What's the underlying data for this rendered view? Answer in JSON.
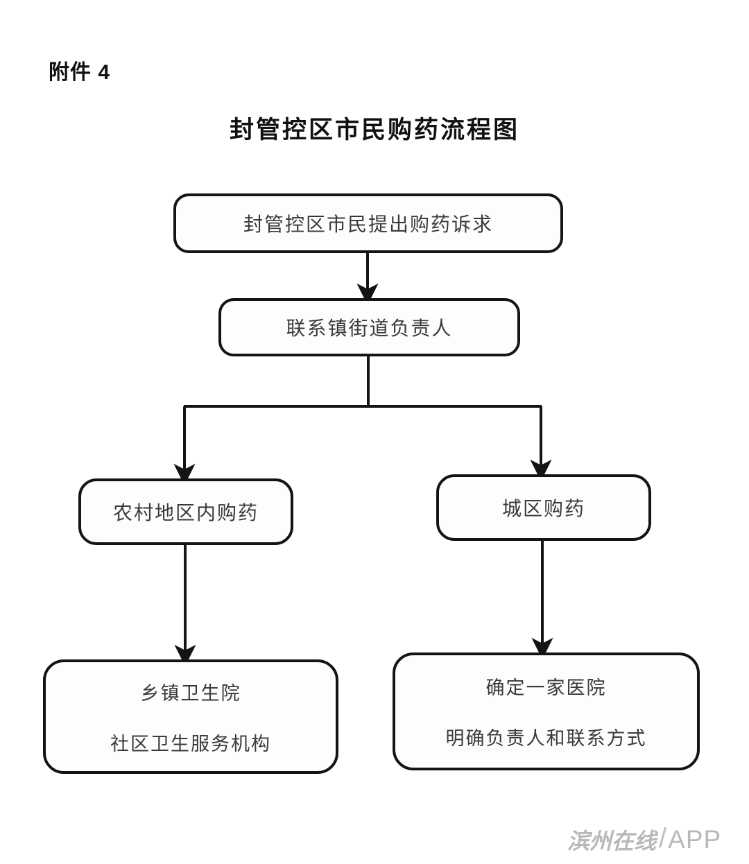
{
  "document": {
    "attachment_label": "附件 4",
    "title": "封管控区市民购药流程图"
  },
  "flowchart": {
    "type": "flowchart",
    "orientation": "top-down",
    "nodes": [
      {
        "id": "request",
        "label": "封管控区市民提出购药诉求"
      },
      {
        "id": "contact",
        "label": "联系镇街道负责人"
      },
      {
        "id": "rural_buy",
        "label": "农村地区内购药"
      },
      {
        "id": "urban_buy",
        "label": "城区购药"
      },
      {
        "id": "rural_clinic",
        "line1": "乡镇卫生院",
        "line2": "社区卫生服务机构"
      },
      {
        "id": "urban_clinic",
        "line1": "确定一家医院",
        "line2": "明确负责人和联系方式"
      }
    ],
    "edges": [
      {
        "from": "request",
        "to": "contact",
        "style": "arrow"
      },
      {
        "from": "contact",
        "to": "rural_buy",
        "style": "elbow-arrow"
      },
      {
        "from": "contact",
        "to": "urban_buy",
        "style": "elbow-arrow"
      },
      {
        "from": "rural_buy",
        "to": "rural_clinic",
        "style": "arrow"
      },
      {
        "from": "urban_buy",
        "to": "urban_clinic",
        "style": "arrow"
      }
    ]
  },
  "watermark": {
    "chinese": "滨州在线",
    "separator": "/",
    "app": "APP"
  },
  "colors": {
    "page_background": "#ffffff",
    "node_border": "#141414",
    "node_fill": "#fdfdfd",
    "node_text": "#3a3a3a",
    "heading_text": "#111111",
    "connector": "#141414",
    "watermark_text": "#8e8e8e"
  }
}
